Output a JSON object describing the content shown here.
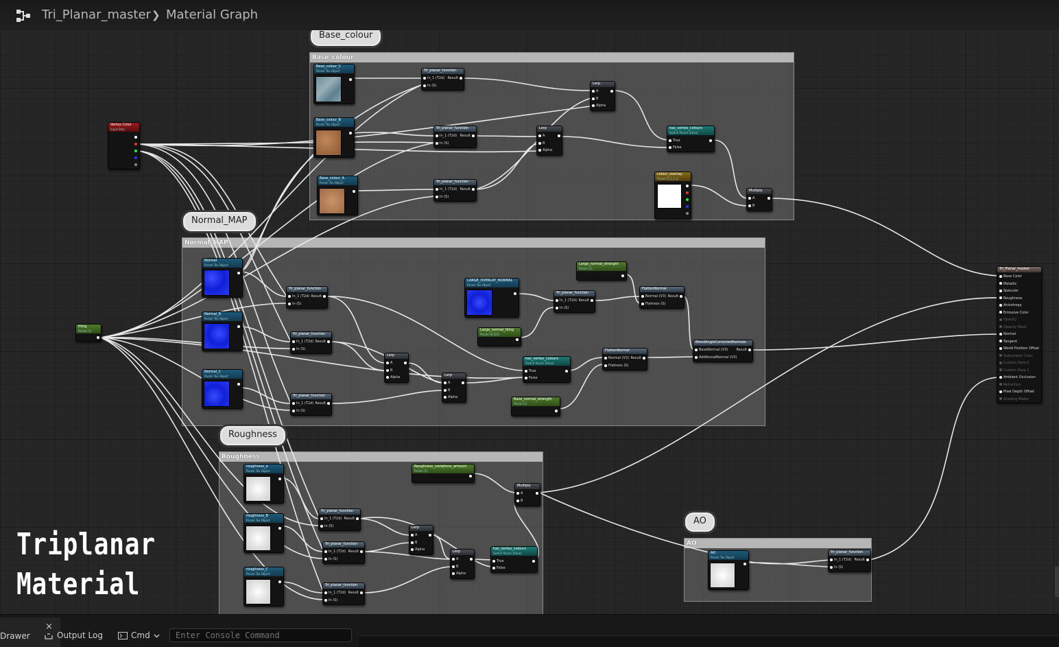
{
  "breadcrumb": {
    "asset": "Tri_Planar_master",
    "separator": "❯",
    "graph": "Material Graph"
  },
  "comments": {
    "base": "Base_colour",
    "normal": "Normal_MAP",
    "roughness": "Roughness",
    "ao": "AO"
  },
  "title_overlay": {
    "line1": "Triplanar",
    "line2": "Material"
  },
  "nodes": {
    "vertex_color": {
      "title": "Vertex Color",
      "sub": "Input Data"
    },
    "tiling": {
      "title": "tiling",
      "sub": "Param (1)"
    },
    "base_colour_c": {
      "title": "Base_colour_C",
      "sub": "Param Tex Object"
    },
    "base_colour_b": {
      "title": "Base_colour_B",
      "sub": "Param Tex Object"
    },
    "base_colour_a": {
      "title": "Base_colour_A",
      "sub": "Param Tex Object"
    },
    "colour_overlay": {
      "title": "colour_overlay",
      "sub": "Param (1,1,1,1)"
    },
    "normal_a": {
      "title": "Normal",
      "sub": "Param Tex Object"
    },
    "normal_b": {
      "title": "Normal_B",
      "sub": "Param Tex Object"
    },
    "normal_c": {
      "title": "Normal_C",
      "sub": "Param Tex Object"
    },
    "large_overlay_normal": {
      "title": "LARGE_OVERLAY_NORMAL",
      "sub": "Param Tex Object"
    },
    "large_normal_strenght": {
      "title": "Large_normal_strenght",
      "sub": "Param (1)"
    },
    "large_normal_tiling": {
      "title": "Large_normal_tiling",
      "sub": "Param (0.025)"
    },
    "base_normal_strength": {
      "title": "Base_normal_strength",
      "sub": "Param (1)"
    },
    "roughness_a": {
      "title": "roughness_a",
      "sub": "Param Tex Object"
    },
    "roughness_b": {
      "title": "roughness_B",
      "sub": "Param Tex Object"
    },
    "roughness_c": {
      "title": "roughness_C",
      "sub": "Param Tex Object"
    },
    "roughness_variation": {
      "title": "Roughness_variations_amount",
      "sub": "Param (1)"
    },
    "ao_tex": {
      "title": "AO",
      "sub": "Param Tex Object"
    },
    "has_vertex": {
      "title": "has_vertex_colours",
      "sub": "Switch Param (False)"
    },
    "flatten": "FlattenNormal",
    "blend_angle": "BlendAngleCorrectedNormals",
    "fn": "Tri_planar_function",
    "lerp": "Lerp",
    "multiply": "Multiply"
  },
  "pins": {
    "in1": "In_1 (T2d)",
    "in2": "In (S)",
    "result": "Result",
    "a": "A",
    "b": "B",
    "alpha": "Alpha",
    "true": "True",
    "false": "False",
    "normal_v3": "Normal (V3)",
    "flatness": "Flatness (S)",
    "base_normal": "BaseNormal (V3)",
    "additional_normal": "AdditionalNormal (V3)"
  },
  "master": {
    "title": "Tri_Planar_master",
    "inputs": [
      {
        "label": "Base Color",
        "active": true
      },
      {
        "label": "Metallic",
        "active": true
      },
      {
        "label": "Specular",
        "active": true
      },
      {
        "label": "Roughness",
        "active": true
      },
      {
        "label": "Anisotropy",
        "active": true
      },
      {
        "label": "Emissive Color",
        "active": true
      },
      {
        "label": "Opacity",
        "active": false
      },
      {
        "label": "Opacity Mask",
        "active": false
      },
      {
        "label": "Normal",
        "active": true
      },
      {
        "label": "Tangent",
        "active": true
      },
      {
        "label": "World Position Offset",
        "active": true
      },
      {
        "label": "Subsurface Color",
        "active": false
      },
      {
        "label": "Custom Data 0",
        "active": false
      },
      {
        "label": "Custom Data 1",
        "active": false
      },
      {
        "label": "Ambient Occlusion",
        "active": true
      },
      {
        "label": "Refraction",
        "active": false
      },
      {
        "label": "Pixel Depth Offset",
        "active": true
      },
      {
        "label": "Shading Model",
        "active": false
      }
    ]
  },
  "bottom": {
    "drawer": "Drawer",
    "output_log": "Output Log",
    "cmd": "Cmd",
    "console_placeholder": "Enter Console Command",
    "close": "×"
  },
  "colors": {
    "texture_header": "#1e5a7a",
    "param_header": "#4f7b2c",
    "switch_header": "#1c7a76",
    "vector_header": "#8a6c18",
    "vertex_header": "#9a1a1a",
    "wire": "#e8e8e8"
  }
}
